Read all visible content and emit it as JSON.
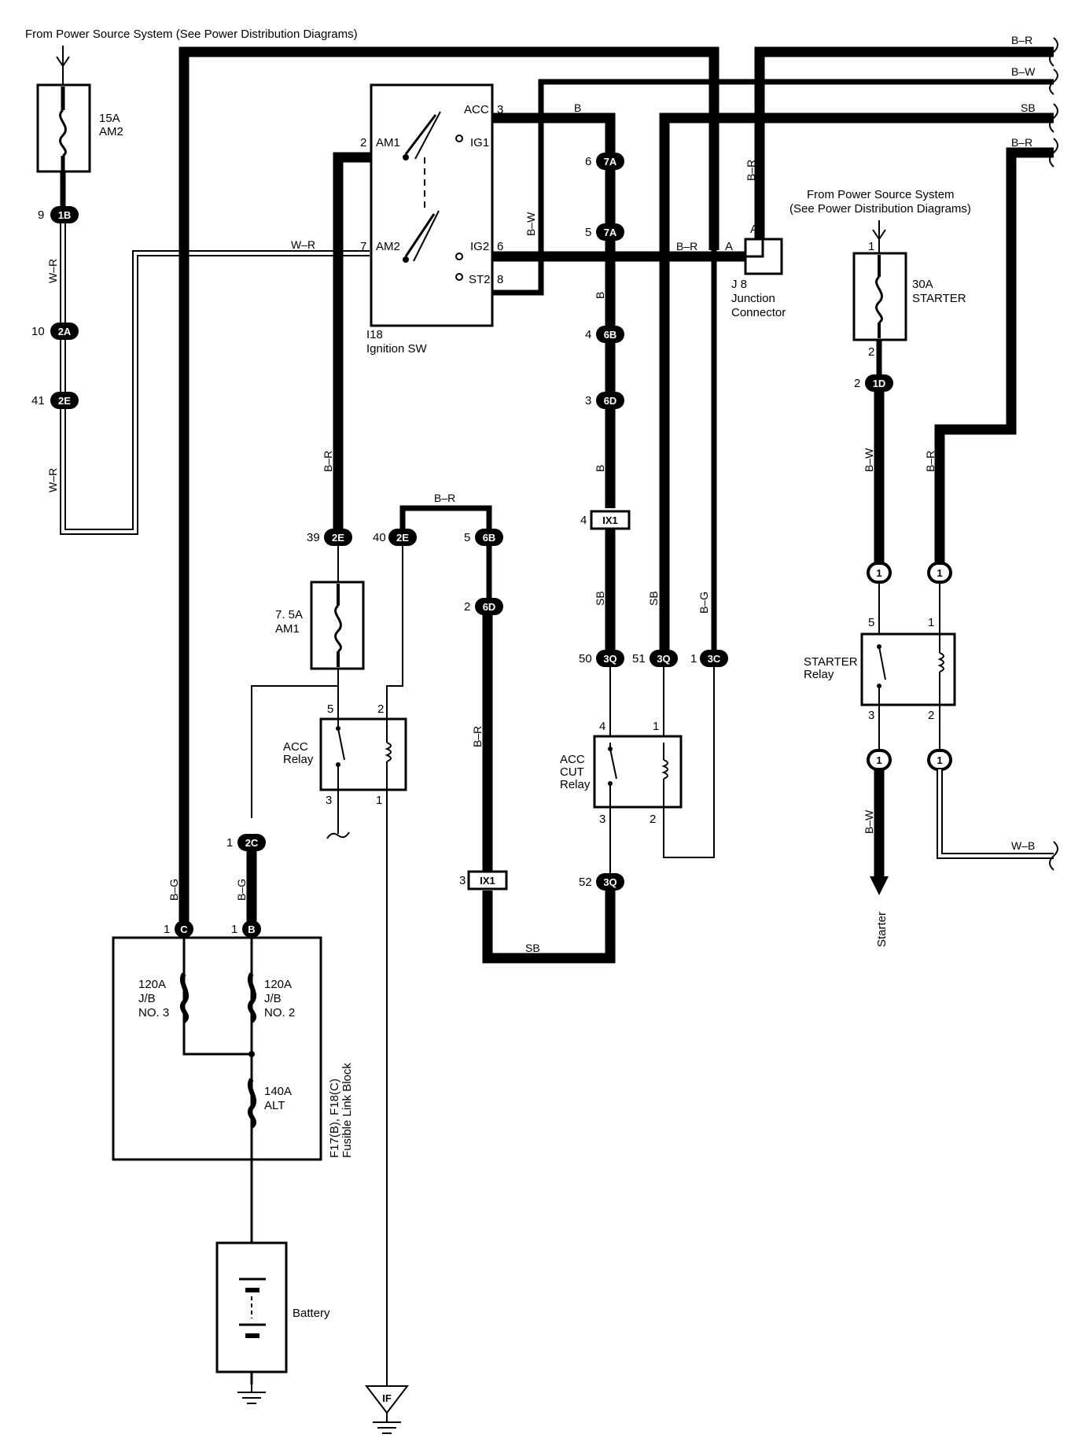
{
  "source_note_top": "From Power Source System  (See Power Distribution Diagrams)",
  "source_note_right_1": "From Power Source System",
  "source_note_right_2": "(See Power Distribution Diagrams)",
  "fuse_am2": {
    "rating": "15A",
    "name": "AM2"
  },
  "fuse_am1": {
    "rating": "7. 5A",
    "name": "AM1"
  },
  "fuse_starter": {
    "rating": "30A",
    "name": "STARTER"
  },
  "ignition_switch": {
    "code": "I18",
    "name": "Ignition SW",
    "terminals": {
      "acc": "ACC",
      "ig1": "IG1",
      "am1": "AM1",
      "am2": "AM2",
      "ig2": "IG2",
      "st2": "ST2"
    },
    "pins": {
      "acc": "3",
      "am1": "2",
      "am2": "7",
      "ig2": "6",
      "st2": "8"
    }
  },
  "junction_connector": {
    "code": "J 8",
    "line1": "Junction",
    "line2": "Connector",
    "pin_a": "A"
  },
  "relays": {
    "acc": {
      "line1": "ACC",
      "line2": "Relay",
      "pins": [
        "5",
        "2",
        "3",
        "1"
      ]
    },
    "acc_cut": {
      "line1": "ACC",
      "line2": "CUT",
      "line3": "Relay",
      "pins": [
        "4",
        "1",
        "3",
        "2"
      ]
    },
    "starter": {
      "line1": "STARTER",
      "line2": "Relay",
      "pins": [
        "5",
        "1",
        "3",
        "2"
      ]
    }
  },
  "fusible_link_block": {
    "code": "F17(B), F18(C)",
    "name": "Fusible Link Block",
    "fl_no3": {
      "rating": "120A",
      "l2": "J/B",
      "l3": "NO. 3"
    },
    "fl_no2": {
      "rating": "120A",
      "l2": "J/B",
      "l3": "NO. 2"
    },
    "fl_alt": {
      "rating": "140A",
      "l2": "ALT"
    }
  },
  "battery_label": "Battery",
  "ground_if": "IF",
  "starter_label": "Starter",
  "wire_colors": {
    "w_r": "W–R",
    "b_r": "B–R",
    "b_w": "B–W",
    "sb": "SB",
    "b_g": "B–G",
    "b": "B",
    "w_b": "W–B",
    "b_r_plain": "B–R",
    "b_w_plain": "B–W",
    "b_g_plain": "B–G",
    "w_r_plain": "W–R"
  },
  "connectors": {
    "c1b": {
      "id": "1B",
      "pin": "9"
    },
    "c2a": {
      "id": "2A",
      "pin": "10"
    },
    "c2e_41": {
      "id": "2E",
      "pin": "41"
    },
    "c7a_6": {
      "id": "7A",
      "pin": "6"
    },
    "c7a_5": {
      "id": "7A",
      "pin": "5"
    },
    "c6b_4": {
      "id": "6B",
      "pin": "4"
    },
    "c6d_3": {
      "id": "6D",
      "pin": "3"
    },
    "cix1_4": {
      "id": "IX1",
      "pin": "4"
    },
    "c2e_39": {
      "id": "2E",
      "pin": "39"
    },
    "c2e_40": {
      "id": "2E",
      "pin": "40"
    },
    "c6b_5": {
      "id": "6B",
      "pin": "5"
    },
    "c6d_2": {
      "id": "6D",
      "pin": "2"
    },
    "c3q_50": {
      "id": "3Q",
      "pin": "50"
    },
    "c3q_51": {
      "id": "3Q",
      "pin": "51"
    },
    "c3c_1": {
      "id": "3C",
      "pin": "1"
    },
    "c2c_1": {
      "id": "2C",
      "pin": "1"
    },
    "cix1_3": {
      "id": "IX1",
      "pin": "3"
    },
    "c3q_52": {
      "id": "3Q",
      "pin": "52"
    },
    "cc_1": {
      "id": "C",
      "pin": "1"
    },
    "cb_1": {
      "id": "B",
      "pin": "1"
    },
    "c1d_2": {
      "id": "1D",
      "pin": "2"
    },
    "c1_a": {
      "id": "1"
    },
    "c1_b": {
      "id": "1"
    },
    "c1_c": {
      "id": "1"
    },
    "c1_d": {
      "id": "1"
    }
  },
  "pin_labels": {
    "starter_fuse_top": "1",
    "starter_fuse_bottom": "2"
  }
}
